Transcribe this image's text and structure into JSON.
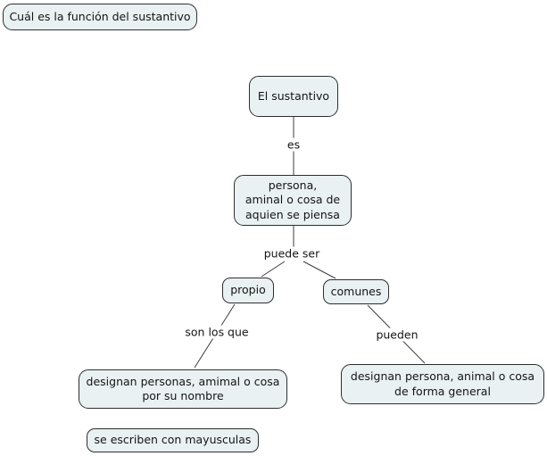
{
  "meta": {
    "app": "concept-map",
    "background_color": "#ffffff"
  },
  "style": {
    "node_fill": "#eaf1f3",
    "node_border": "#2e2e2e",
    "line_color": "#3c3c3c",
    "text_color": "#141414"
  },
  "nodes": [
    {
      "id": "question",
      "label": "Cuál es la función del sustantivo"
    },
    {
      "id": "el-sustantivo",
      "label": "El sustantivo"
    },
    {
      "id": "persona",
      "label": "persona,\naminal o cosa de\naquien se piensa"
    },
    {
      "id": "propio",
      "label": "propio"
    },
    {
      "id": "comunes",
      "label": "comunes"
    },
    {
      "id": "designan-nombre",
      "label": "designan personas, amimal o cosa\npor su nombre"
    },
    {
      "id": "designan-general",
      "label": "designan persona, animal o cosa\nde forma general"
    },
    {
      "id": "mayusculas",
      "label": "se escriben con mayusculas"
    }
  ],
  "link_labels": [
    {
      "id": "es",
      "label": "es"
    },
    {
      "id": "puede-ser",
      "label": "puede ser"
    },
    {
      "id": "son-los-que",
      "label": "son los que"
    },
    {
      "id": "pueden",
      "label": "pueden"
    }
  ]
}
